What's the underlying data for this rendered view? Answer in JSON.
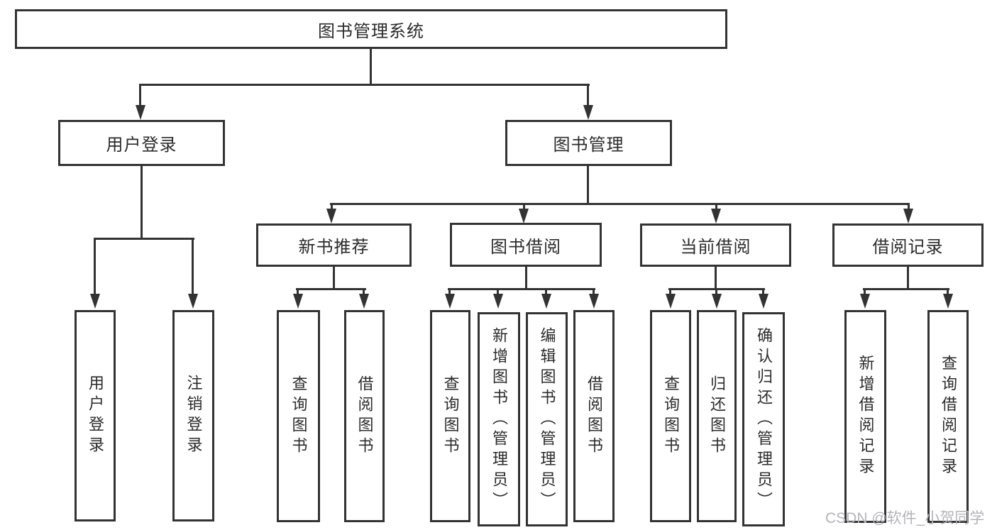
{
  "root": {
    "label": "图书管理系统"
  },
  "branches": {
    "user_login": {
      "label": "用户登录",
      "children": [
        {
          "label": "用户登录"
        },
        {
          "label": "注销登录"
        }
      ]
    },
    "book_management": {
      "label": "图书管理",
      "children": [
        {
          "label": "新书推荐",
          "children": [
            {
              "label": "查询图书"
            },
            {
              "label": "借阅图书"
            }
          ]
        },
        {
          "label": "图书借阅",
          "children": [
            {
              "label": "查询图书"
            },
            {
              "label": "新增图书（管理员）"
            },
            {
              "label": "编辑图书（管理员）"
            },
            {
              "label": "借阅图书"
            }
          ]
        },
        {
          "label": "当前借阅",
          "children": [
            {
              "label": "查询图书"
            },
            {
              "label": "归还图书"
            },
            {
              "label": "确认归还（管理员）"
            }
          ]
        },
        {
          "label": "借阅记录",
          "children": [
            {
              "label": "新增借阅记录"
            },
            {
              "label": "查询借阅记录"
            }
          ]
        }
      ]
    }
  },
  "watermark": {
    "text": "CSDN @软件_小贺同学"
  },
  "colors": {
    "line": "#333333",
    "text": "#2b2b2b",
    "watermark": "#b4b4ba",
    "background": "#ffffff"
  }
}
